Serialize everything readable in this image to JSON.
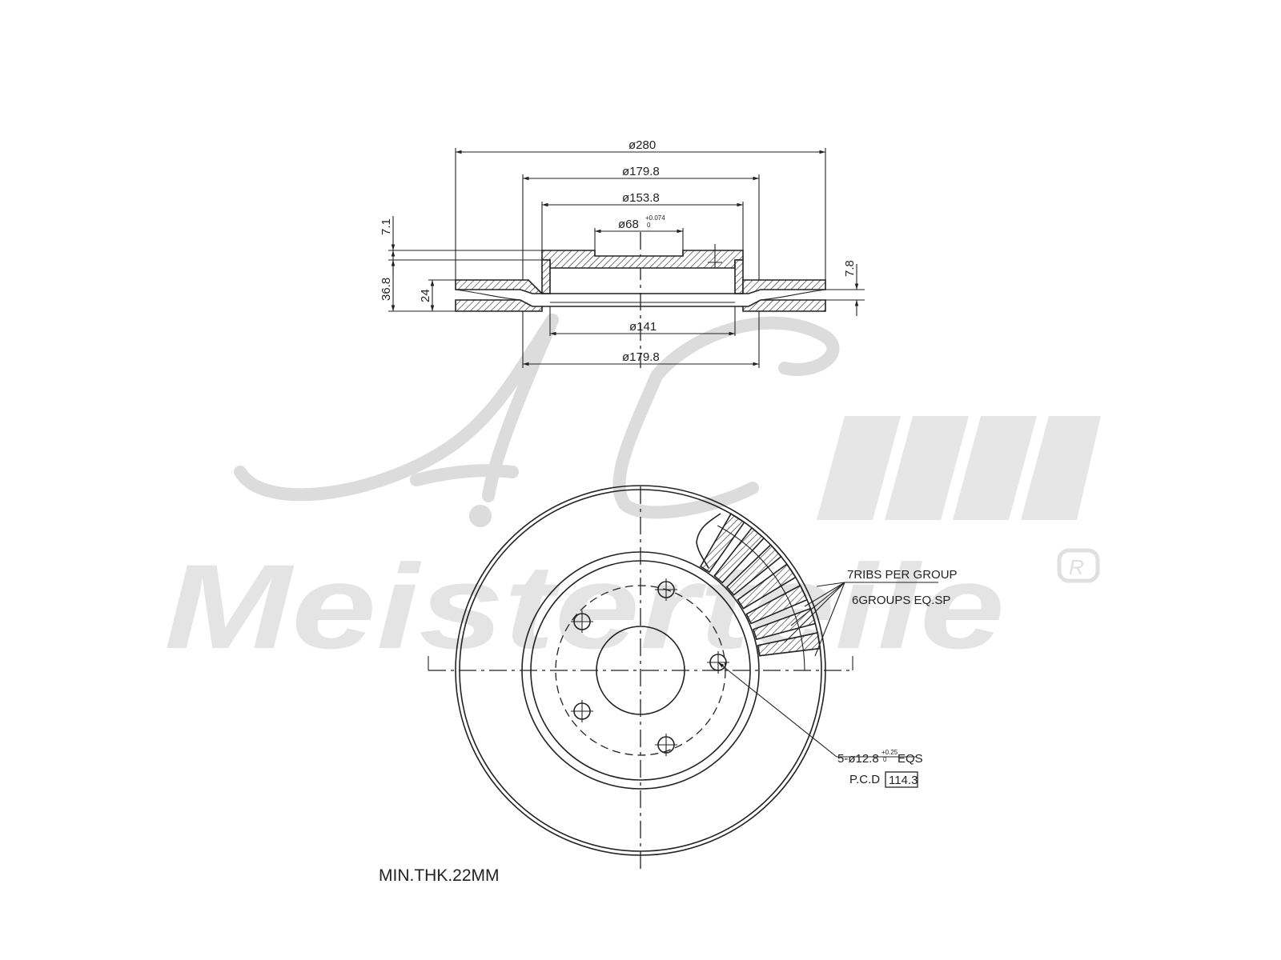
{
  "watermark": {
    "script_initials": "A.L.",
    "wordmark": "Meisterteile",
    "registered_mark": "R"
  },
  "section_view": {
    "dimensions": {
      "d_outer": "ø280",
      "d_hat_outer_top": "ø179.8",
      "d_hat_inner": "ø153.8",
      "d_center_bore": "ø68",
      "d_center_bore_tol_upper": "+0.074",
      "d_center_bore_tol_lower": "0",
      "d_inner_bottom": "ø141",
      "d_hat_outer_bottom": "ø179.8",
      "hat_top_thickness": "7.1",
      "total_height": "36.8",
      "disc_thickness": "24",
      "vent_offset": "7.8"
    }
  },
  "front_view": {
    "ribs_per_group": "7RIBS PER GROUP",
    "groups_spacing": "6GROUPS EQ.SP",
    "bolt_holes_callout": "5-ø12.8",
    "bolt_holes_tol_upper": "+0.25",
    "bolt_holes_tol_lower": "0",
    "bolt_holes_suffix": "EQS",
    "pcd_label": "P.C.D",
    "pcd_value": "114.3"
  },
  "note_min_thickness": "MIN.THK.22MM"
}
